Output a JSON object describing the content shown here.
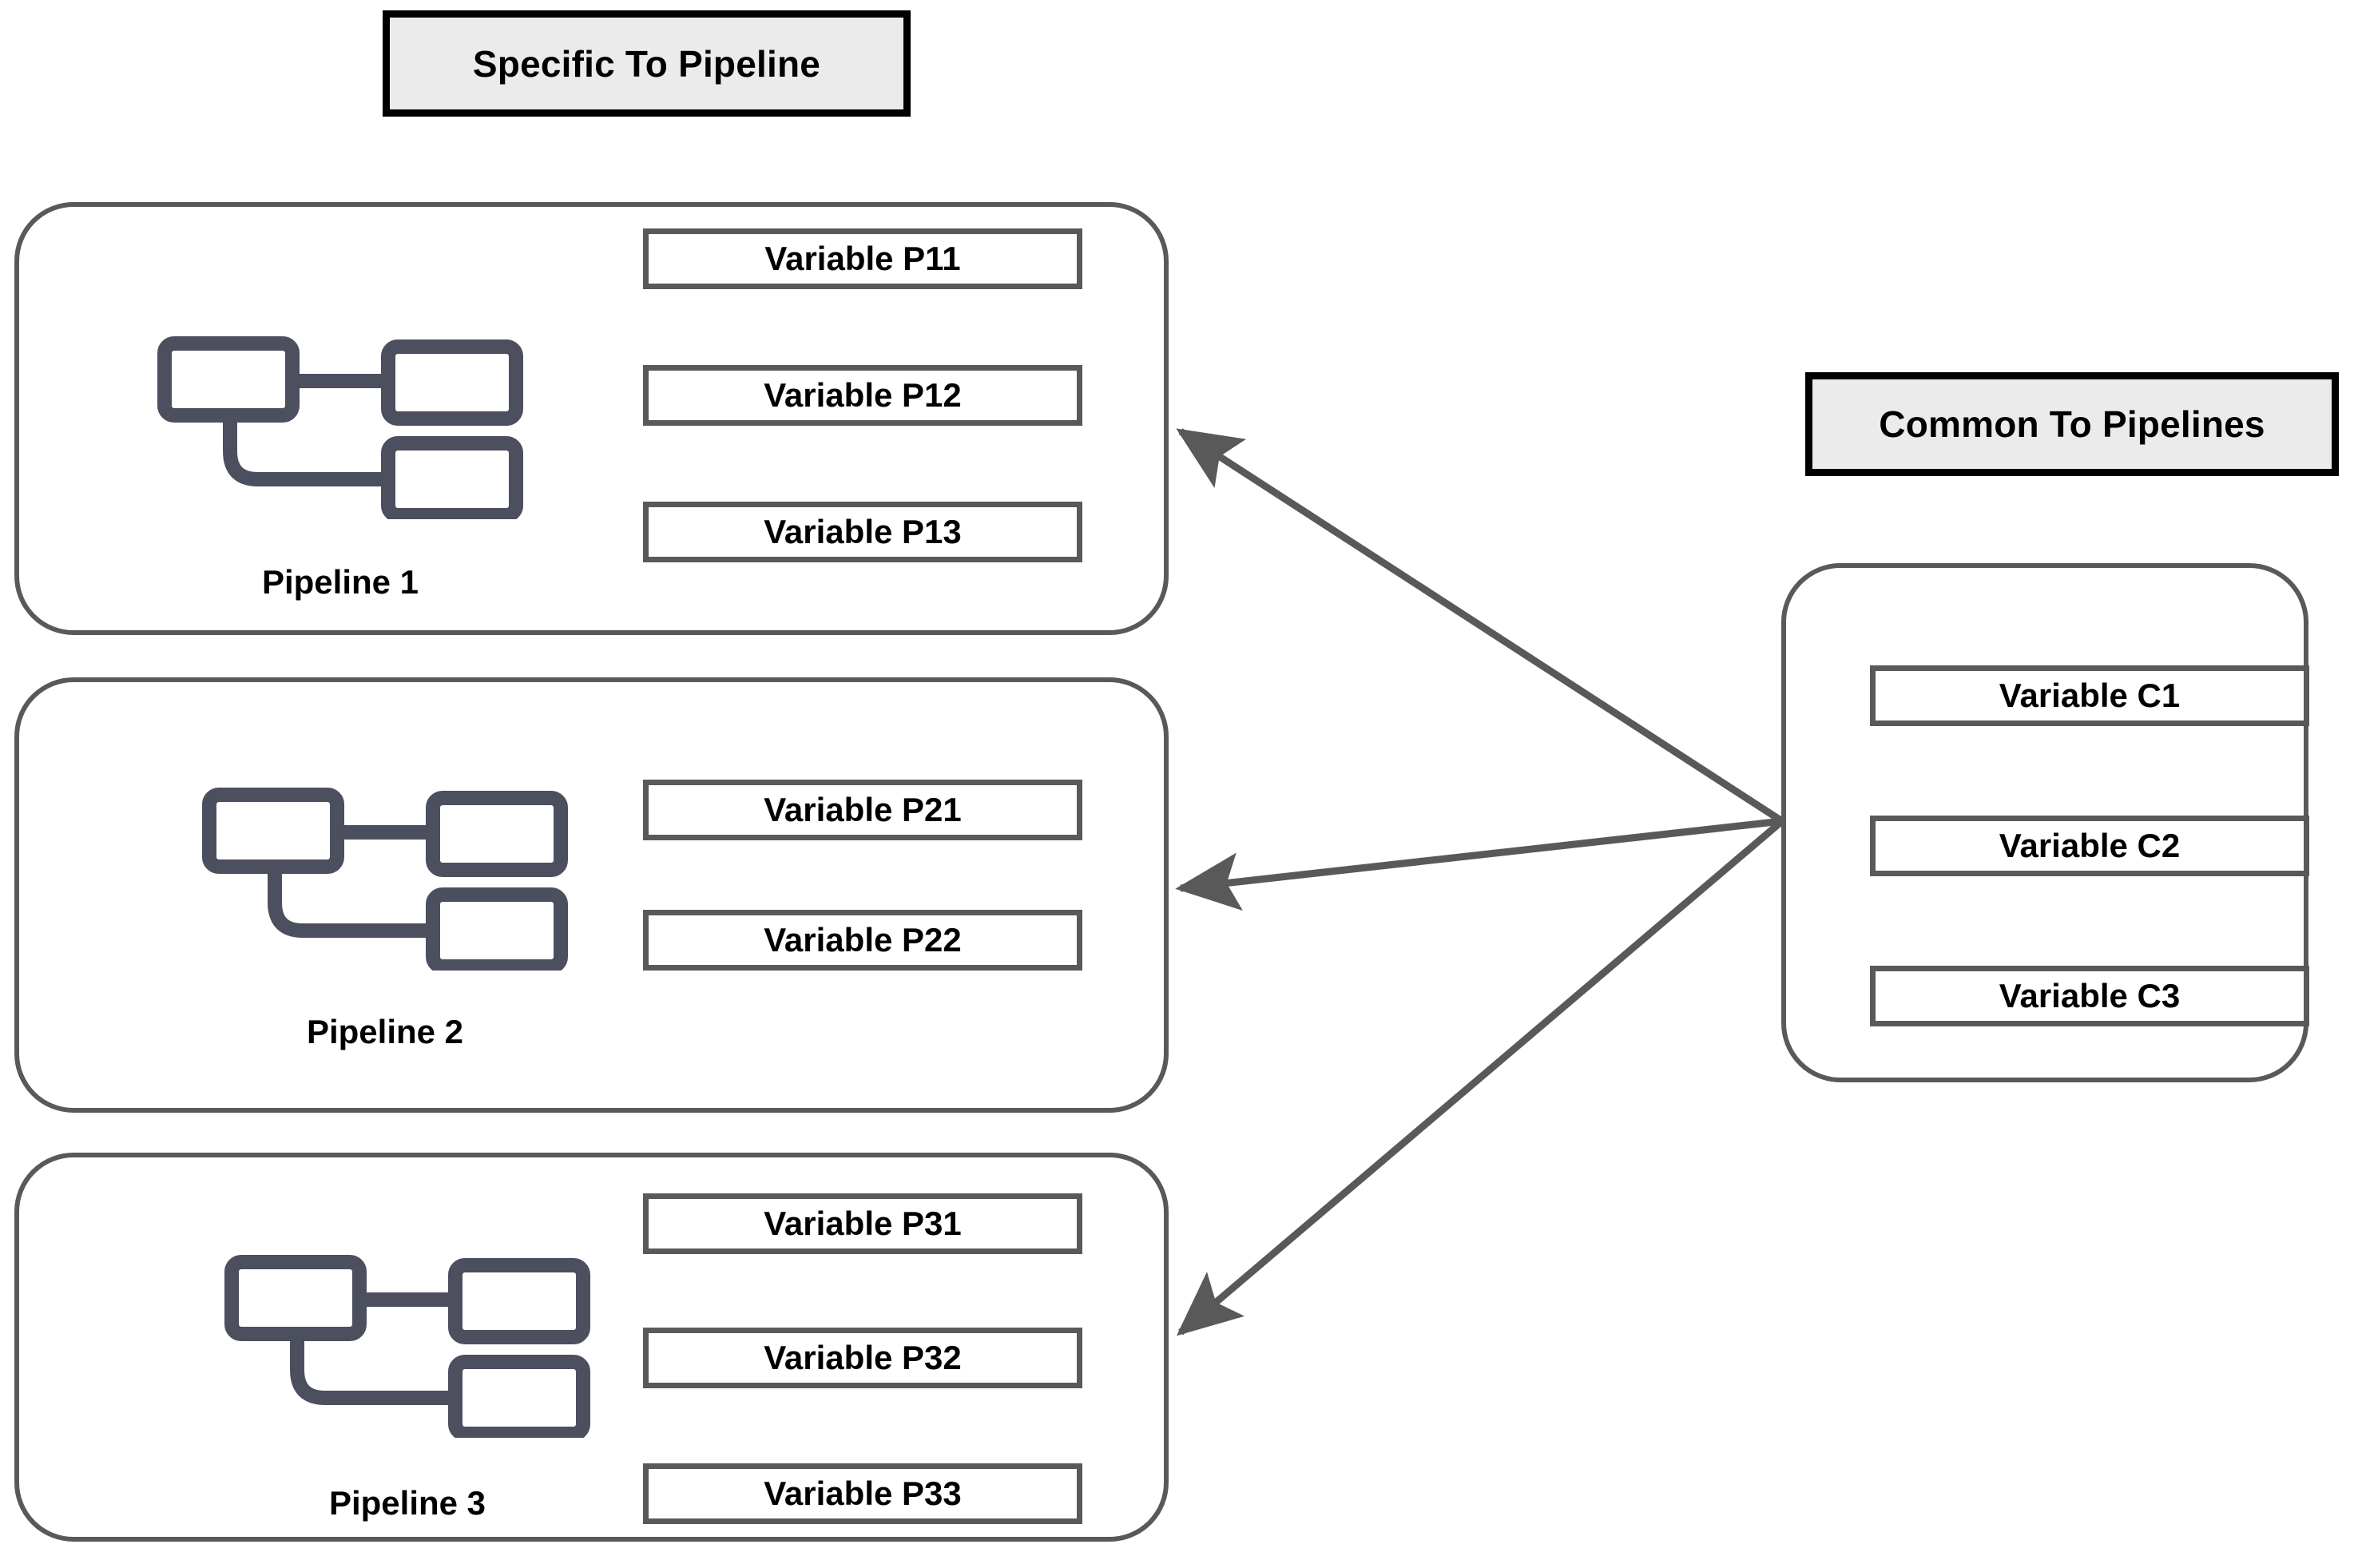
{
  "headers": {
    "specific": {
      "label": "Specific To Pipeline"
    },
    "common": {
      "label": "Common To Pipelines"
    }
  },
  "pipelines": [
    {
      "caption": "Pipeline 1",
      "icon": "pipeline-flow-icon",
      "variables": [
        "Variable P11",
        "Variable P12",
        "Variable P13"
      ]
    },
    {
      "caption": "Pipeline 2",
      "icon": "pipeline-flow-icon",
      "variables": [
        "Variable P21",
        "Variable P22"
      ]
    },
    {
      "caption": "Pipeline 3",
      "icon": "pipeline-flow-icon",
      "variables": [
        "Variable P31",
        "Variable P32",
        "Variable P33"
      ]
    }
  ],
  "common_group": {
    "variables": [
      "Variable C1",
      "Variable C2",
      "Variable C3"
    ]
  },
  "connectors": [
    {
      "name": "common-to-pipeline-1",
      "from": "common-variables-group",
      "to": "pipeline-1-group",
      "arrowhead": "end"
    },
    {
      "name": "common-to-pipeline-2",
      "from": "common-variables-group",
      "to": "pipeline-2-group",
      "arrowhead": "end"
    },
    {
      "name": "common-to-pipeline-3",
      "from": "common-variables-group",
      "to": "pipeline-3-group",
      "arrowhead": "end"
    }
  ],
  "colors": {
    "banner_fill": "#ebebeb",
    "banner_border": "#000000",
    "group_border": "#595959",
    "var_border": "#595959",
    "icon_stroke": "#4c4f5e",
    "arrow": "#595959",
    "text": "#000000",
    "background": "#ffffff"
  }
}
